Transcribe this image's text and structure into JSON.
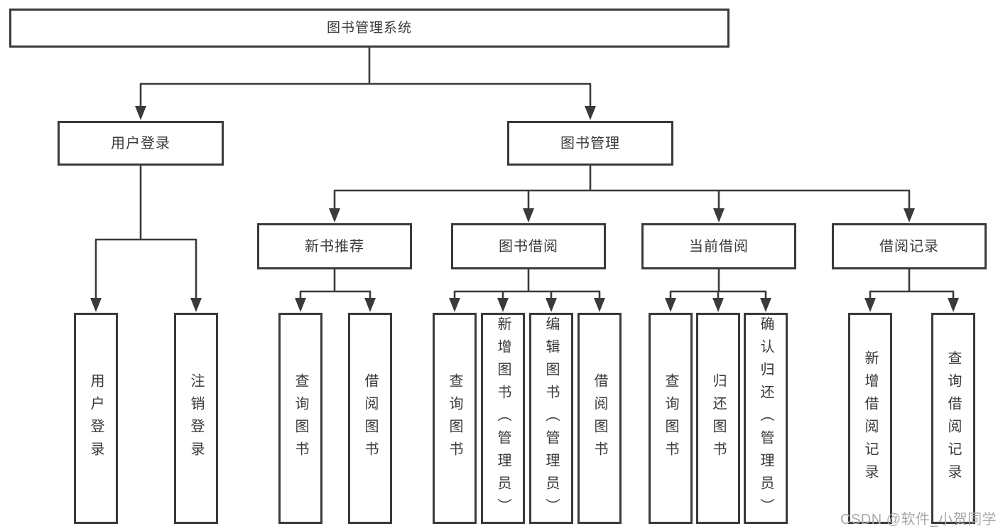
{
  "tree": {
    "root": {
      "label": "图书管理系统"
    },
    "branches": [
      {
        "label": "用户登录",
        "leaves": [
          "用户登录",
          "注销登录"
        ]
      },
      {
        "label": "图书管理",
        "groups": [
          {
            "label": "新书推荐",
            "leaves": [
              "查询图书",
              "借阅图书"
            ]
          },
          {
            "label": "图书借阅",
            "leaves": [
              "查询图书",
              "新增图书（管理员）",
              "编辑图书（管理员）",
              "借阅图书"
            ]
          },
          {
            "label": "当前借阅",
            "leaves": [
              "查询图书",
              "归还图书",
              "确认归还（管理员）"
            ]
          },
          {
            "label": "借阅记录",
            "leaves": [
              "新增借阅记录",
              "查询借阅记录"
            ]
          }
        ]
      }
    ]
  },
  "watermark": {
    "text": "CSDN @软件_小贺同学"
  },
  "colors": {
    "line": "#3a3a3a",
    "border": "#3a3a3a",
    "text": "#3a3a3a",
    "watermark": "#a9a9a9",
    "background": "#ffffff"
  }
}
